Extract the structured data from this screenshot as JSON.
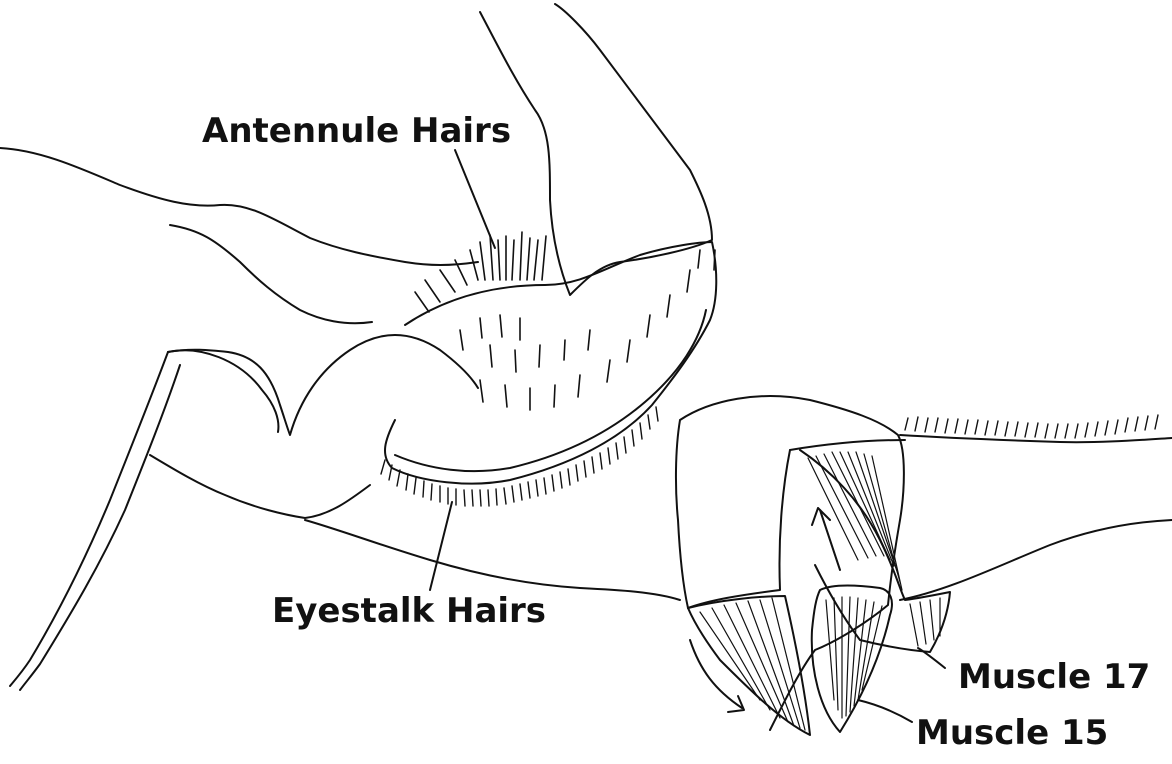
{
  "labels": {
    "antennule_hairs": "Antennule Hairs",
    "eyestalk_hairs": "Eyestalk Hairs",
    "muscle_17": "Muscle 17",
    "muscle_15": "Muscle 15"
  },
  "colors": {
    "ink": "#111111",
    "paper": "#ffffff"
  }
}
